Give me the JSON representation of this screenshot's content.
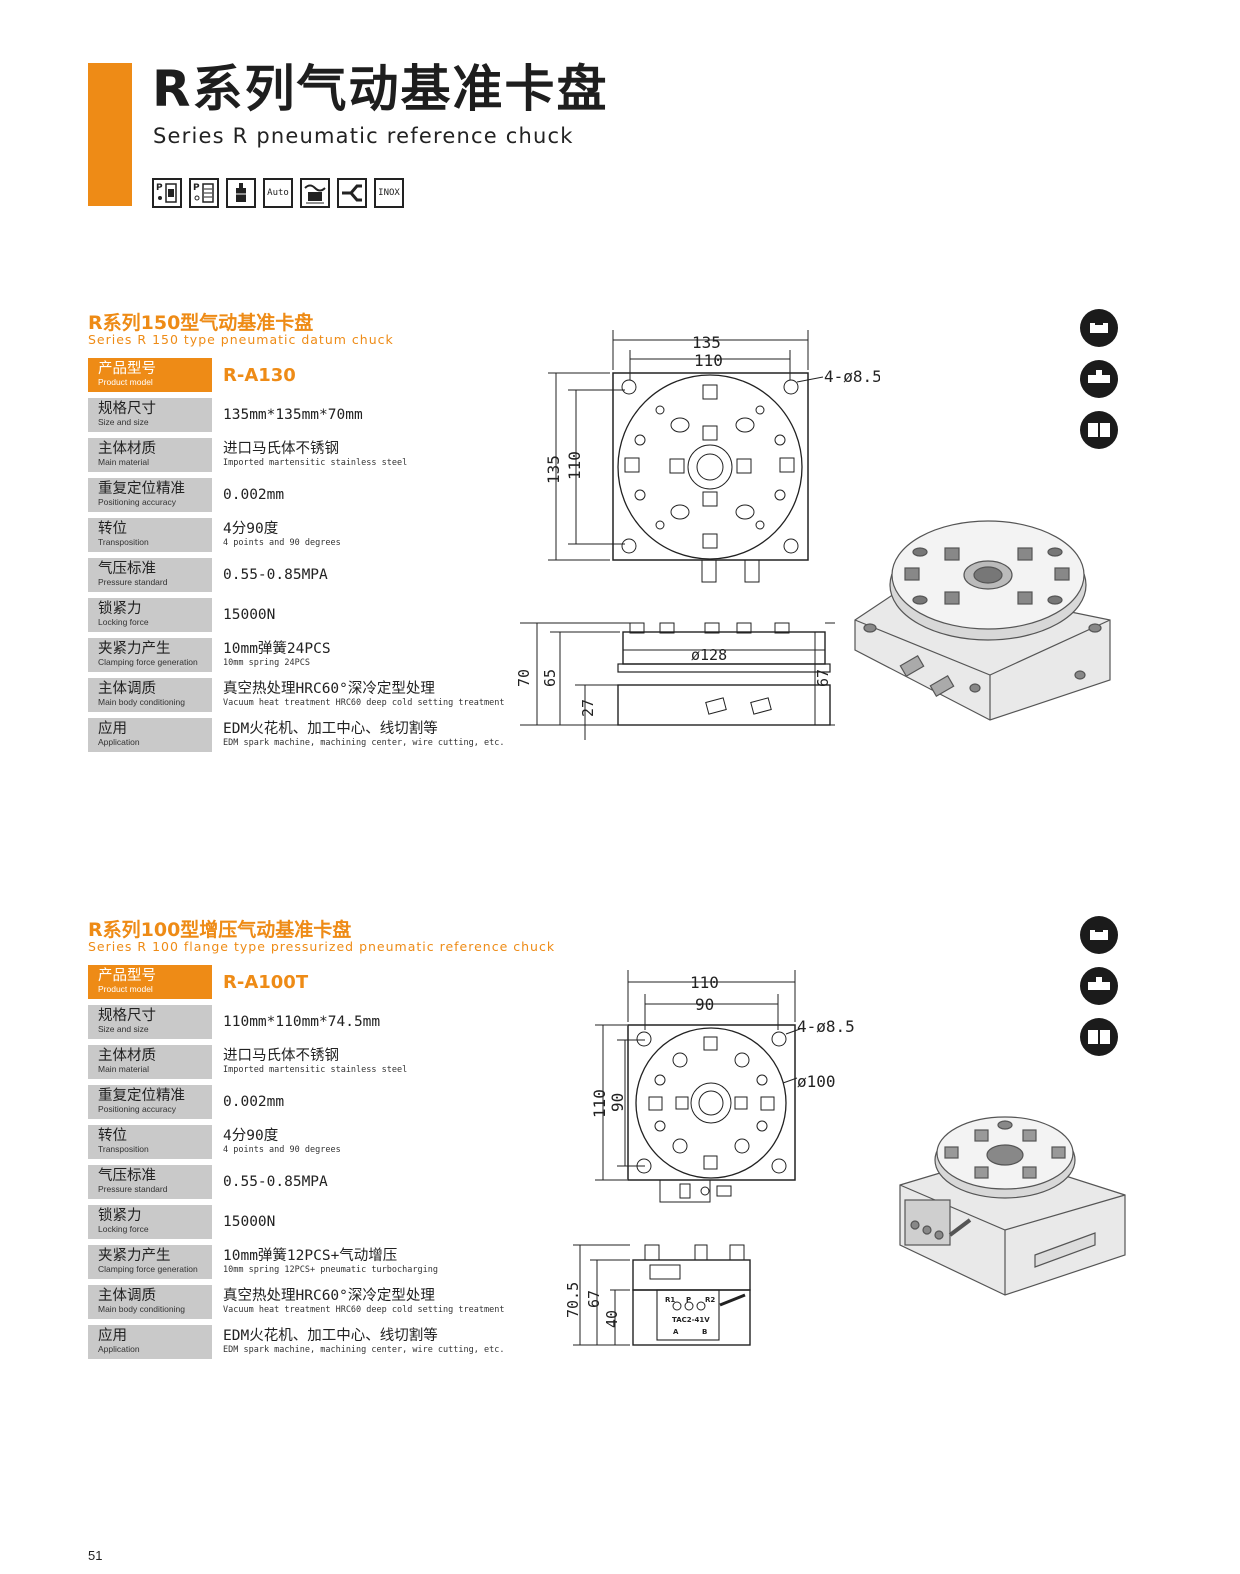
{
  "header": {
    "title": "R系列气动基准卡盘",
    "subtitle": "Series R pneumatic reference chuck",
    "feature_icons": [
      {
        "name": "pneumatic-p-icon",
        "text": ""
      },
      {
        "name": "pneumatic-p2-icon",
        "text": ""
      },
      {
        "name": "clamp-icon",
        "text": ""
      },
      {
        "name": "auto-icon",
        "text": "Auto"
      },
      {
        "name": "water-icon",
        "text": ""
      },
      {
        "name": "gripper-icon",
        "text": ""
      },
      {
        "name": "inox-icon",
        "text": "INOX"
      }
    ]
  },
  "sections": [
    {
      "title": "R系列150型气动基准卡盘",
      "subtitle": "Series R 150 type pneumatic datum chuck",
      "model": "R-A130",
      "rows": [
        {
          "cn": "产品型号",
          "en": "Product model",
          "value": "R-A130",
          "sub": ""
        },
        {
          "cn": "规格尺寸",
          "en": "Size and size",
          "value": "135mm*135mm*70mm",
          "sub": ""
        },
        {
          "cn": "主体材质",
          "en": "Main material",
          "value": "进口马氏体不锈钢",
          "sub": "Imported martensitic stainless steel"
        },
        {
          "cn": "重复定位精准",
          "en": "Positioning accuracy",
          "value": "0.002mm",
          "sub": ""
        },
        {
          "cn": "转位",
          "en": "Transposition",
          "value": "4分90度",
          "sub": "4 points and 90 degrees"
        },
        {
          "cn": "气压标准",
          "en": "Pressure standard",
          "value": "0.55-0.85MPA",
          "sub": ""
        },
        {
          "cn": "锁紧力",
          "en": "Locking force",
          "value": "15000N",
          "sub": ""
        },
        {
          "cn": "夹紧力产生",
          "en": "Clamping force generation",
          "value": "10mm弹簧24PCS",
          "sub": "10mm spring 24PCS"
        },
        {
          "cn": "主体调质",
          "en": "Main body conditioning",
          "value": "真空热处理HRC60°深冷定型处理",
          "sub": "Vacuum heat treatment HRC60 deep cold setting treatment"
        },
        {
          "cn": "应用",
          "en": "Application",
          "value": "EDM火花机、加工中心、线切割等",
          "sub": "EDM spark machine, machining center, wire cutting, etc."
        }
      ],
      "dims": {
        "outer": "135",
        "inner": "110",
        "holes": "4-ø8.5",
        "dia": "ø128",
        "h_total": "70",
        "h_top": "65",
        "h_base": "27",
        "h_right": "67"
      }
    },
    {
      "title": "R系列100型增压气动基准卡盘",
      "subtitle": "Series R 100 flange type pressurized pneumatic reference chuck",
      "model": "R-A100T",
      "rows": [
        {
          "cn": "产品型号",
          "en": "Product model",
          "value": "R-A100T",
          "sub": ""
        },
        {
          "cn": "规格尺寸",
          "en": "Size and size",
          "value": "110mm*110mm*74.5mm",
          "sub": ""
        },
        {
          "cn": "主体材质",
          "en": "Main material",
          "value": "进口马氏体不锈钢",
          "sub": "Imported martensitic stainless steel"
        },
        {
          "cn": "重复定位精准",
          "en": "Positioning accuracy",
          "value": "0.002mm",
          "sub": ""
        },
        {
          "cn": "转位",
          "en": "Transposition",
          "value": "4分90度",
          "sub": "4 points and 90 degrees"
        },
        {
          "cn": "气压标准",
          "en": "Pressure standard",
          "value": "0.55-0.85MPA",
          "sub": ""
        },
        {
          "cn": "锁紧力",
          "en": "Locking force",
          "value": "15000N",
          "sub": ""
        },
        {
          "cn": "夹紧力产生",
          "en": "Clamping force generation",
          "value": "10mm弹簧12PCS+气动增压",
          "sub": "10mm spring 12PCS+ pneumatic turbocharging"
        },
        {
          "cn": "主体调质",
          "en": "Main body conditioning",
          "value": "真空热处理HRC60°深冷定型处理",
          "sub": "Vacuum heat treatment HRC60 deep cold setting treatment"
        },
        {
          "cn": "应用",
          "en": "Application",
          "value": "EDM火花机、加工中心、线切割等",
          "sub": "EDM spark machine, machining center, wire cutting, etc."
        }
      ],
      "dims": {
        "outer": "110",
        "inner": "90",
        "holes": "4-ø8.5",
        "dia": "ø100",
        "h_total": "70.5",
        "h_mid": "67",
        "h_base": "40",
        "valve_label": "TAC2-41V",
        "valve_r1": "R1",
        "valve_p": "P",
        "valve_r2": "R2",
        "valve_a": "A",
        "valve_b": "B"
      }
    }
  ],
  "page_number": "51",
  "colors": {
    "accent": "#ee8b16",
    "label_bg": "#c9c9c9",
    "text": "#222222"
  }
}
